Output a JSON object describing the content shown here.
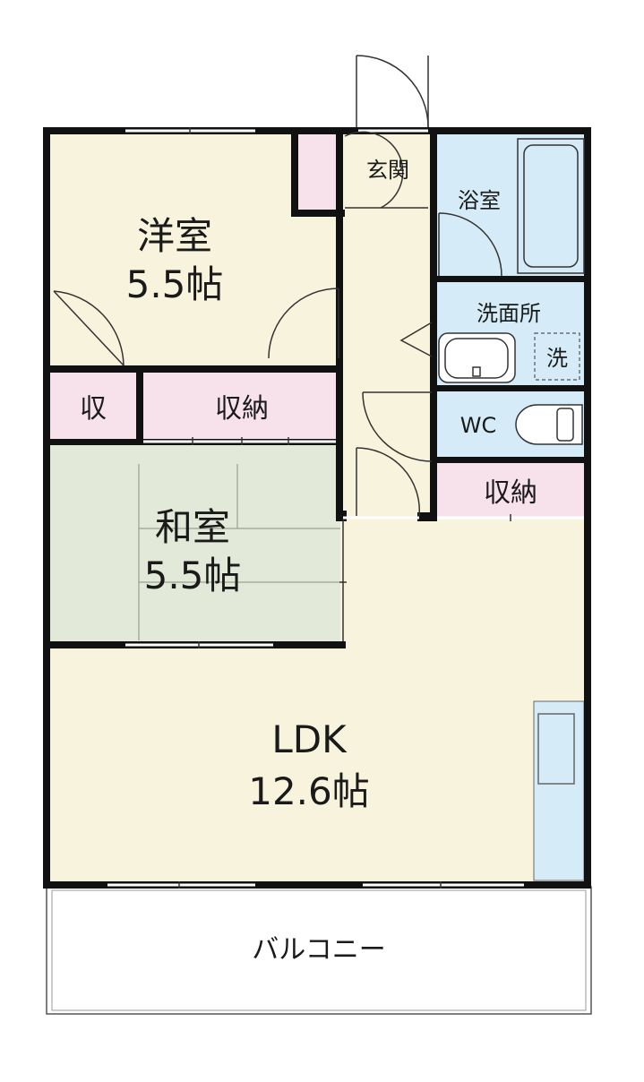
{
  "rooms": {
    "western": {
      "name": "洋室",
      "size": "5.5帖"
    },
    "japanese": {
      "name": "和室",
      "size": "5.5帖"
    },
    "ldk": {
      "name": "LDK",
      "size": "12.6帖"
    },
    "entrance": {
      "name": "玄関"
    },
    "bath": {
      "name": "浴室"
    },
    "washroom": {
      "name": "洗面所"
    },
    "washer": {
      "name": "洗"
    },
    "toilet": {
      "name": "WC"
    },
    "closet_small": {
      "name": "収"
    },
    "closet_west": {
      "name": "収納"
    },
    "closet_right": {
      "name": "収納"
    },
    "balcony": {
      "name": "バルコニー"
    }
  },
  "colors": {
    "floor_western": "#f8f3dc",
    "floor_japanese": "#e3e9d9",
    "floor_wet": "#d5ecf8",
    "closet": "#f7e1ea",
    "wall": "#111111"
  }
}
